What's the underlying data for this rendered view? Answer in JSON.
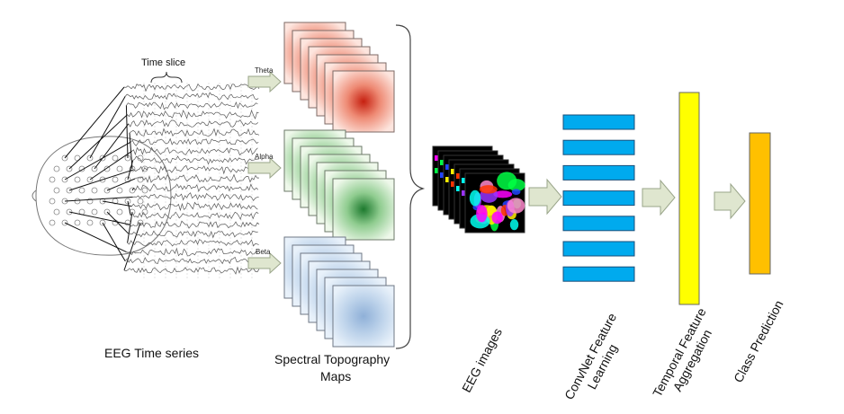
{
  "labels": {
    "time_slice": "Time slice",
    "theta": "Theta",
    "alpha": "Alpha",
    "beta": "Beta",
    "eeg_time_series": "EEG Time series",
    "spectral_line1": "Spectral Topography",
    "spectral_line2": "Maps",
    "eeg_images": "EEG images",
    "convnet_line1": "ConvNet Feature",
    "convnet_line2": "Learning",
    "temporal_line1": "Temporal Feature",
    "temporal_line2": "Aggregation",
    "class_prediction": "Class Prediction"
  },
  "colors": {
    "theta": "#e0402a",
    "alpha": "#2e8b3e",
    "beta": "#6f93c8",
    "convnet_block": "#00aaee",
    "temporal_bar": "#ffff00",
    "class_bar": "#ffc000",
    "arrow_fill": "#dfe6cf",
    "arrow_stroke": "#9aa58a"
  },
  "counts": {
    "eeg_channels": 21,
    "map_stack_depth": 7,
    "image_stack_depth": 7,
    "convnet_blocks": 7
  }
}
